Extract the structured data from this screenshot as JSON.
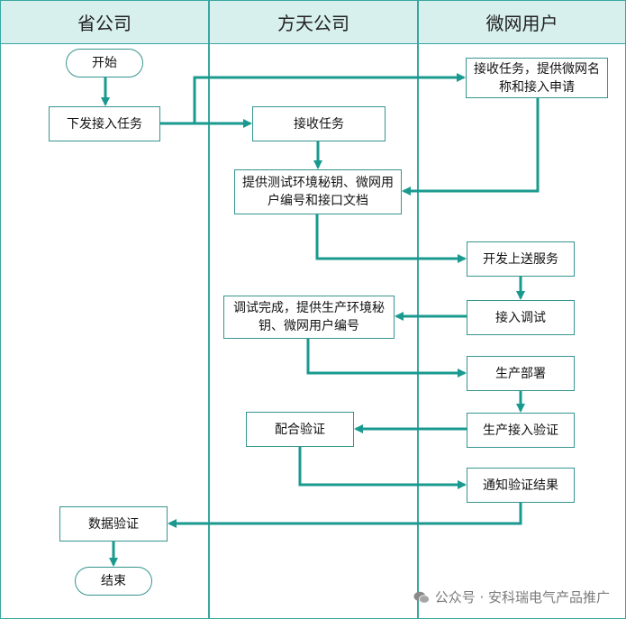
{
  "lanes": {
    "province": "省公司",
    "fangtian": "方天公司",
    "microgrid_user": "微网用户"
  },
  "nodes": {
    "start": "开始",
    "issue_access_task": "下发接入任务",
    "receive_task": "接收任务",
    "user_receive_apply": "接收任务，提供微网名称和接入申请",
    "provide_test_env": "提供测试环境秘钥、微网用户编号和接口文档",
    "develop_upload_service": "开发上送服务",
    "access_debug": "接入调试",
    "debug_done_provide_prod": "调试完成，提供生产环境秘钥、微网用户编号",
    "production_deploy": "生产部署",
    "prod_access_verify": "生产接入验证",
    "cooperate_verify": "配合验证",
    "notify_verify_result": "通知验证结果",
    "data_verify": "数据验证",
    "end": "结束"
  },
  "watermark": "公众号 · 安科瑞电气产品推广",
  "colors": {
    "arrow": "#1a9a8f",
    "lane_header_bg": "#d7efed",
    "border": "#3aa6a0"
  }
}
